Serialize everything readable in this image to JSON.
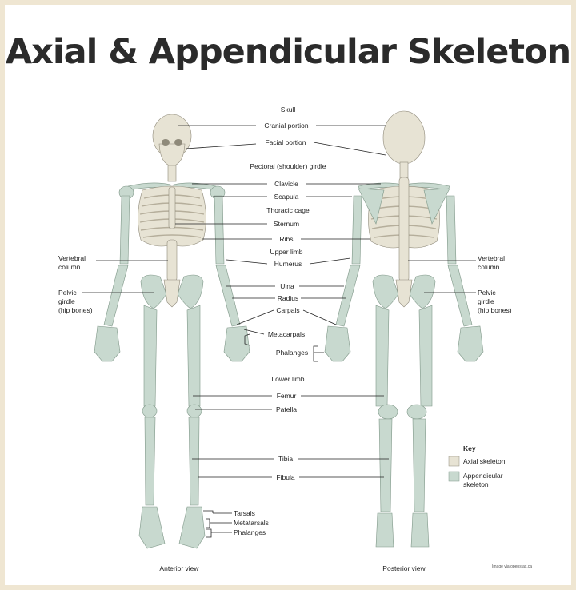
{
  "title": "Axial & Appendicular Skeleton",
  "labels": {
    "skull": "Skull",
    "cranial_portion": "Cranial portion",
    "facial_portion": "Facial portion",
    "pectoral_girdle": "Pectoral (shoulder) girdle",
    "clavicle": "Clavicle",
    "scapula": "Scapula",
    "thoracic_cage": "Thoracic cage",
    "sternum": "Sternum",
    "ribs": "Ribs",
    "upper_limb": "Upper limb",
    "humerus": "Humerus",
    "ulna": "Ulna",
    "radius": "Radius",
    "carpals": "Carpals",
    "metacarpals": "Metacarpals",
    "phalanges": "Phalanges",
    "lower_limb": "Lower limb",
    "femur": "Femur",
    "patella": "Patella",
    "tibia": "Tibia",
    "fibula": "Fibula",
    "tarsals": "Tarsals",
    "metatarsals": "Metatarsals",
    "phalanges_foot": "Phalanges",
    "vertebral_column_line1": "Vertebral",
    "vertebral_column_line2": "column",
    "pelvic_girdle_line1": "Pelvic",
    "pelvic_girdle_line2": "girdle",
    "pelvic_girdle_line3": "(hip bones)"
  },
  "views": {
    "anterior": "Anterior view",
    "posterior": "Posterior view"
  },
  "key": {
    "title": "Key",
    "axial": "Axial skeleton",
    "appendicular_line1": "Appendicular",
    "appendicular_line2": "skeleton",
    "axial_color": "#e7e3d4",
    "appendicular_color": "#c8d9cf"
  },
  "credit": "Image via openstax.ca"
}
